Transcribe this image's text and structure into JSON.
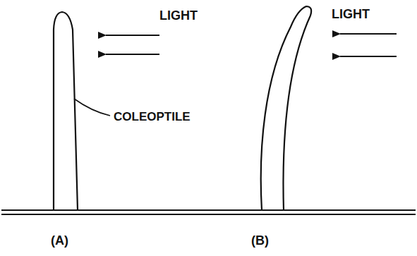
{
  "diagram": {
    "labels": [
      "LIGHT",
      "LIGHT",
      "COLEOPTILE",
      "(A)",
      "(B)"
    ]
  }
}
